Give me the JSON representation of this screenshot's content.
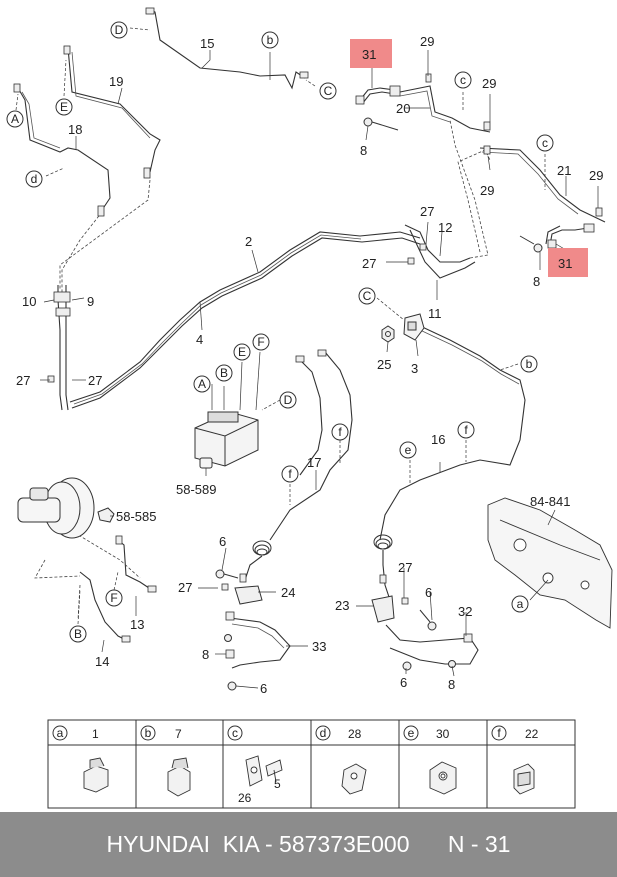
{
  "part_numbers": {
    "n15": "15",
    "n19": "19",
    "n18": "18",
    "n2": "2",
    "n4": "4",
    "n10": "10",
    "n9": "9",
    "n27a": "27",
    "n27b": "27",
    "n31a": "31",
    "n31b": "31",
    "n29a": "29",
    "n29b": "29",
    "n29c": "29",
    "n29d": "29",
    "n20": "20",
    "n8a": "8",
    "n8b": "8",
    "n21": "21",
    "n27c": "27",
    "n27d": "27",
    "n12": "12",
    "n11": "11",
    "n25": "25",
    "n3": "3",
    "n58589": "58-589",
    "n58585": "58-585",
    "n17": "17",
    "n16": "16",
    "n84841": "84-841",
    "n6a": "6",
    "n27e": "27",
    "n24": "24",
    "n8c": "8",
    "n33": "33",
    "n6b": "6",
    "n13": "13",
    "n14": "14",
    "n27f": "27",
    "n6c": "6",
    "n23": "23",
    "n32": "32",
    "n6d": "6",
    "n8d": "8"
  },
  "callouts": {
    "D1": "D",
    "b1": "b",
    "C1": "C",
    "E1": "E",
    "A1": "A",
    "d1": "d",
    "c1": "c",
    "c2": "c",
    "C2": "C",
    "b2": "b",
    "A2": "A",
    "B1": "B",
    "E2": "E",
    "F1": "F",
    "D2": "D",
    "f1": "f",
    "f2": "f",
    "f3": "f",
    "e1": "e",
    "F2": "F",
    "B2": "B",
    "a1": "a"
  },
  "legend": [
    {
      "key": "a",
      "num": "1"
    },
    {
      "key": "b",
      "num": "7"
    },
    {
      "key": "c",
      "num": "",
      "sub1": "26",
      "sub2": "5"
    },
    {
      "key": "d",
      "num": "28"
    },
    {
      "key": "e",
      "num": "30"
    },
    {
      "key": "f",
      "num": "22"
    }
  ],
  "legend_c_num": "",
  "footer": {
    "text": "HYUNDAI  KIA - 587373E000      N - 31"
  },
  "colors": {
    "highlight": "#f08a8a",
    "footer_bg": "#8c8c8c",
    "line": "#333333"
  }
}
